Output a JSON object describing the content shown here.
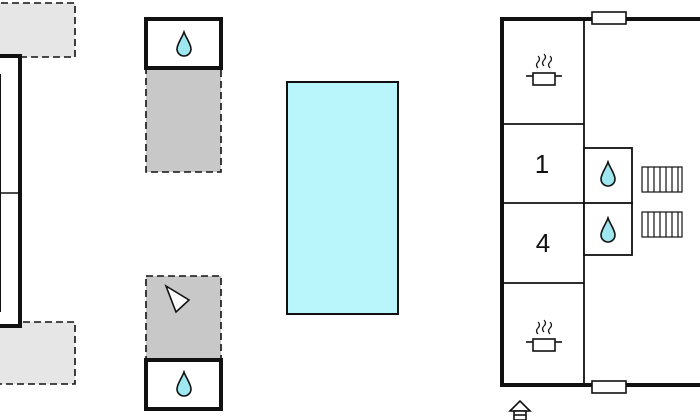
{
  "floor_plan": {
    "rooms": [
      {
        "id": "room-1",
        "label": "1"
      },
      {
        "id": "room-4",
        "label": "4"
      }
    ],
    "icons": {
      "water": "water-drop-icon",
      "kitchen": "cooking-pot-icon",
      "stairs": "stairs-icon",
      "entrance": "entrance-arrow-icon",
      "window": "window-icon",
      "pool": "pool-icon"
    },
    "colors": {
      "wall": "#111111",
      "pool": "#b8f6fb",
      "terrace": "#c8c8c8",
      "light_area": "#e6e6e6",
      "water_drop": "#9ee6f0",
      "background": "#ffffff"
    }
  }
}
